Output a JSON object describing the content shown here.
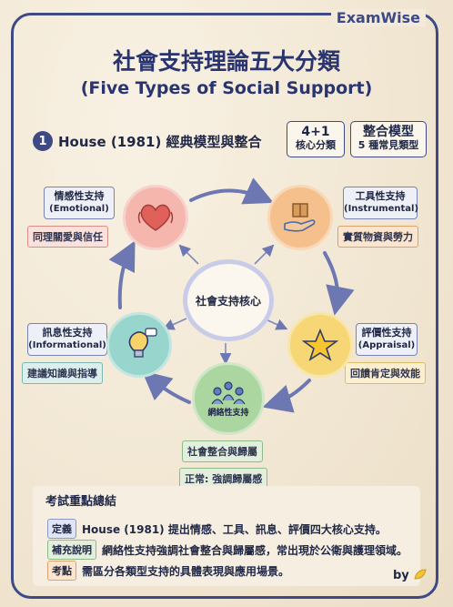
{
  "brand": "ExamWise",
  "title": "社會支持理論五大分類",
  "subtitle": "(Five Types of Social Support)",
  "section": {
    "number": "1",
    "label": "House (1981) 經典模型與整合"
  },
  "badges": [
    {
      "line1": "4+1",
      "line2": "核心分類"
    },
    {
      "line1": "整合模型",
      "line2": "5 種常見類型"
    }
  ],
  "core": "社會支持核心",
  "types": {
    "emotional": {
      "zh": "情感性支持",
      "en": "(Emotional)",
      "tag": "同理關愛與信任",
      "color": "#f2a7a0"
    },
    "instrumental": {
      "zh": "工具性支持",
      "en": "(Instrumental)",
      "tag": "實質物資與勞力",
      "color": "#f4b57a"
    },
    "appraisal": {
      "zh": "評價性支持",
      "en": "(Appraisal)",
      "tag": "回饋肯定與效能",
      "color": "#f4cf6a"
    },
    "informational": {
      "zh": "訊息性支持",
      "en": "(Informational)",
      "tag": "建議知識與指導",
      "color": "#8fcfc6"
    },
    "network": {
      "zh": "網絡性支持",
      "tag1": "社會整合與歸屬",
      "tag2": "正常: 強調歸屬感",
      "color": "#a8d39a"
    }
  },
  "notes": {
    "title": "考試重點總結",
    "rows": [
      {
        "key": "定義",
        "text": "House (1981) 提出情感、工具、訊息、評價四大核心支持。"
      },
      {
        "key": "補充說明",
        "text": "網絡性支持強調社會整合與歸屬感，常出現於公衛與護理領域。"
      },
      {
        "key": "考點",
        "text": "需區分各類型支持的具體表現與應用場景。"
      }
    ]
  },
  "byline": "by"
}
